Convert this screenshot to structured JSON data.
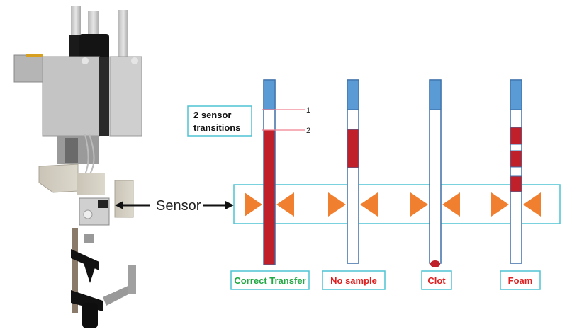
{
  "sensor_label": "Sensor",
  "callout": {
    "line1": "2 sensor",
    "line2": "transitions",
    "marker_1": "1",
    "marker_2": "2"
  },
  "colors": {
    "tube_outline": "#3d6fa8",
    "top_fill": "#5b9bd5",
    "sample_fill": "#c0202a",
    "sensor_box": "#4fc3d4",
    "sensor_triangle": "#f08030",
    "marker_line": "#f08090",
    "label_good": "#22a844",
    "label_bad": "#e02020"
  },
  "tubes": [
    {
      "name": "correct-transfer",
      "label": "Correct Transfer",
      "status": "good"
    },
    {
      "name": "no-sample",
      "label": "No sample",
      "status": "bad"
    },
    {
      "name": "clot",
      "label": "Clot",
      "status": "bad"
    },
    {
      "name": "foam",
      "label": "Foam",
      "status": "bad"
    }
  ]
}
